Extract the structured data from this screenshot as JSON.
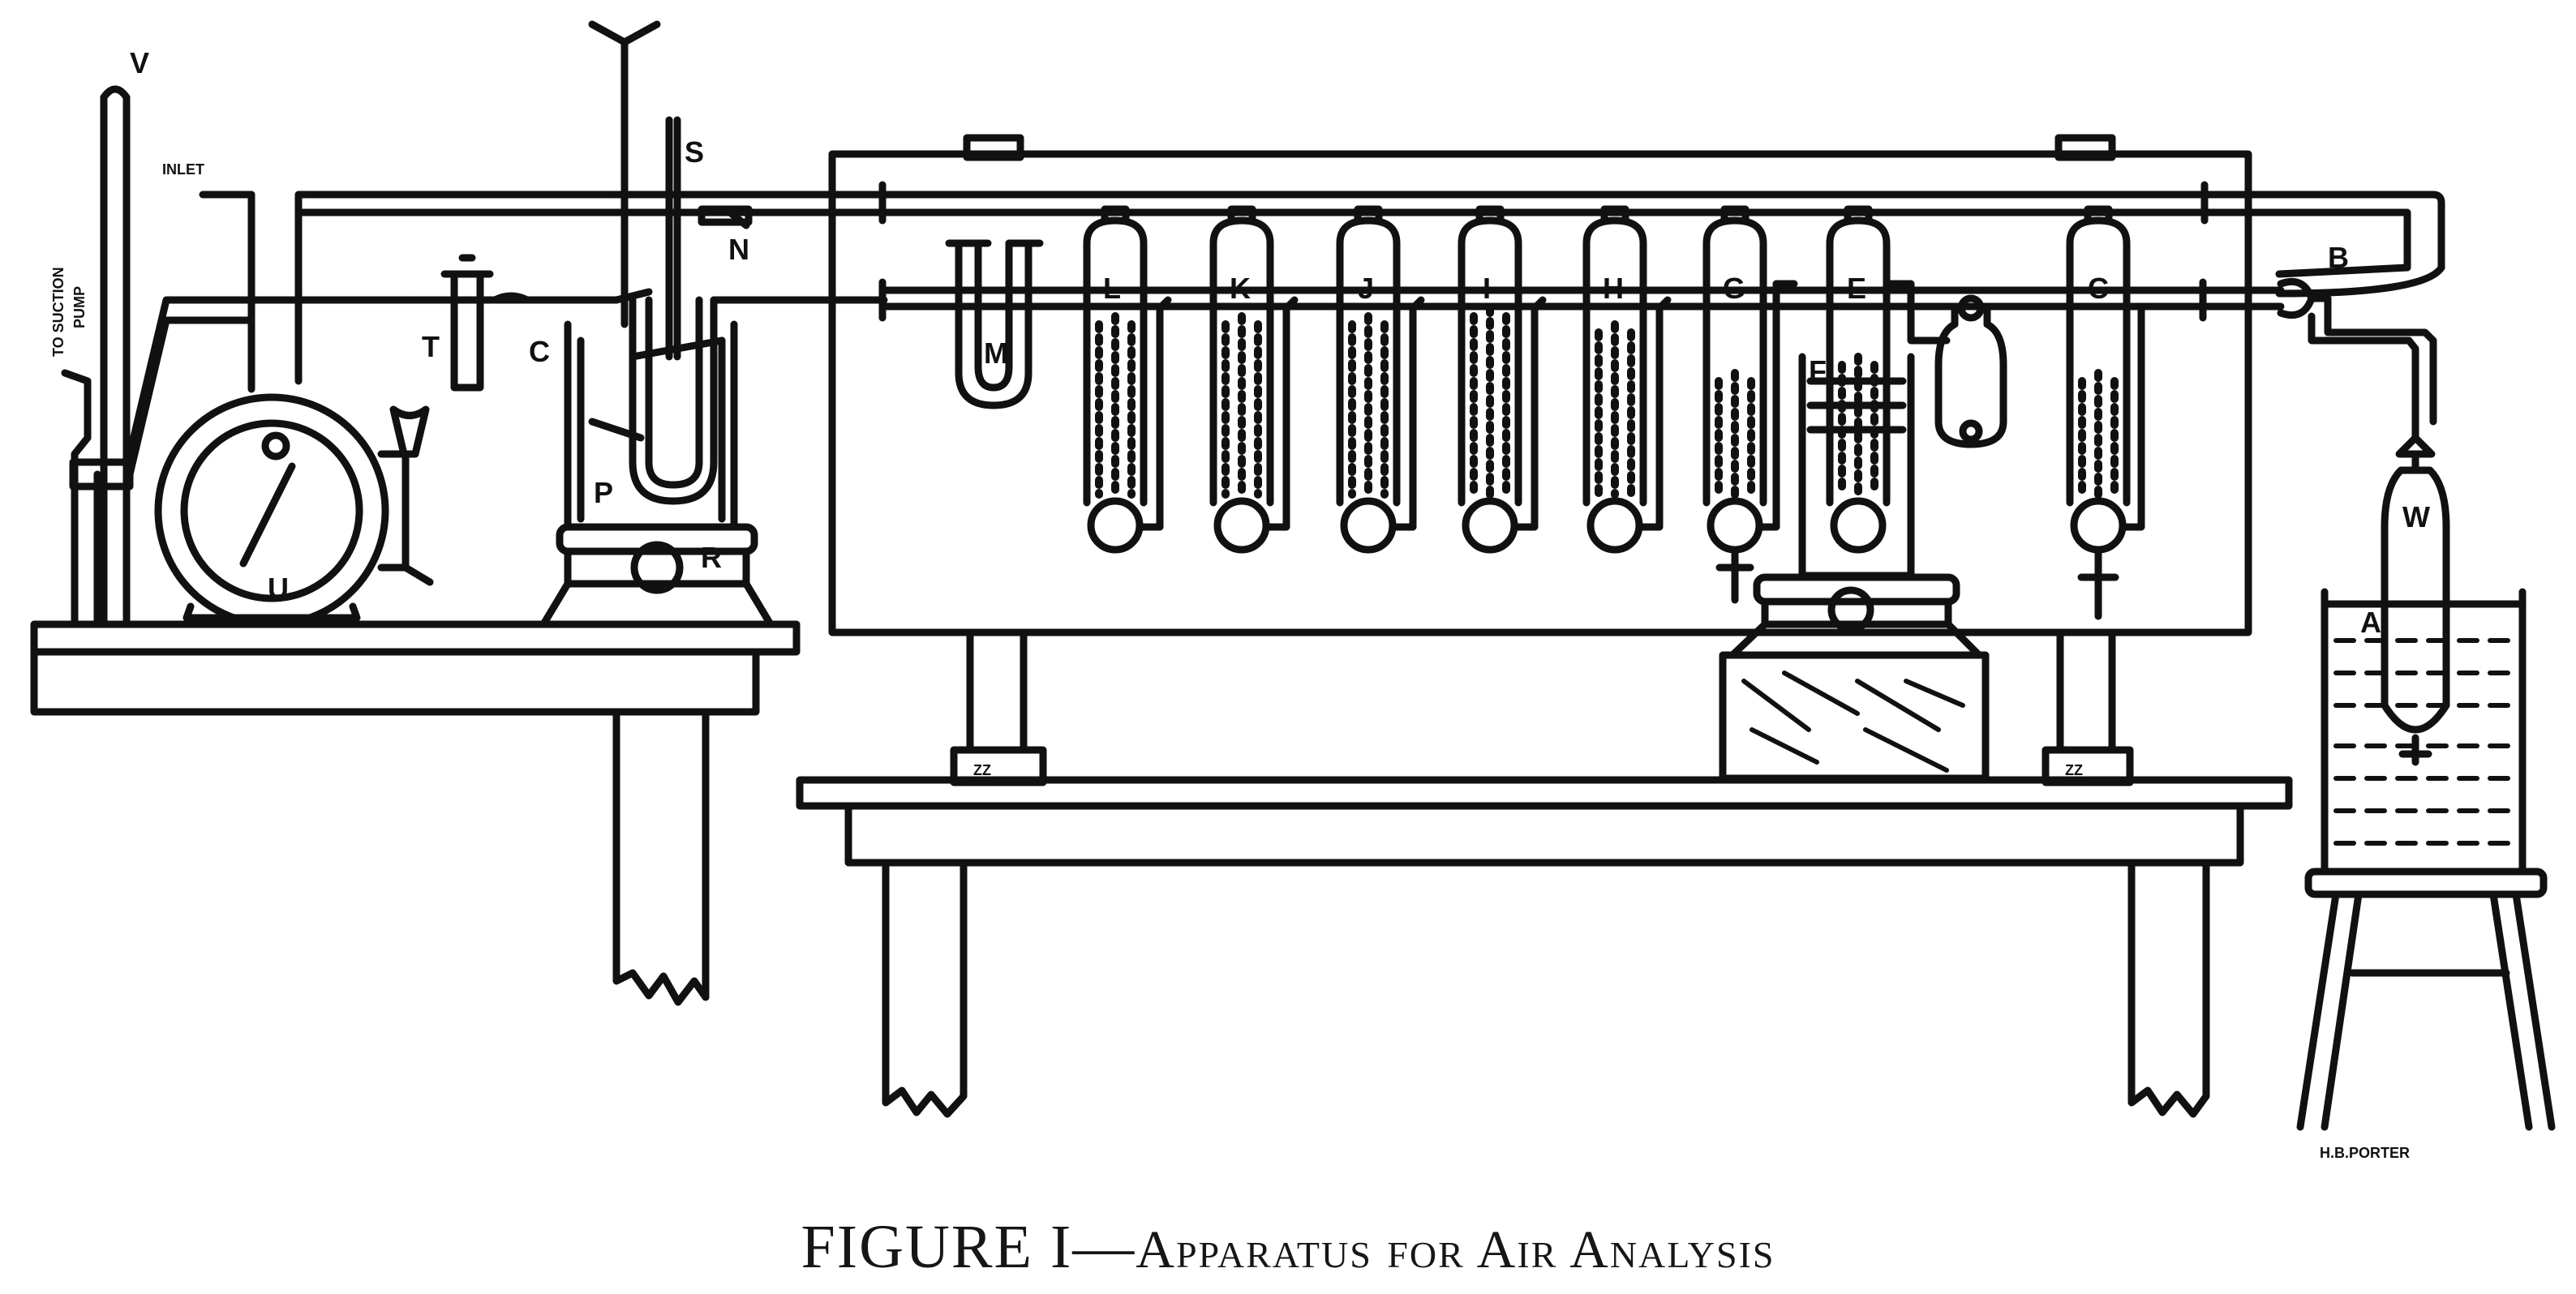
{
  "labels": {
    "V": "V",
    "S": "S",
    "N": "N",
    "C_left": "C",
    "T": "T",
    "U": "U",
    "R": "R",
    "L": "L",
    "K": "K",
    "J": "J",
    "I": "I",
    "H": "H",
    "G": "G",
    "E": "E",
    "F": "F",
    "C": "C",
    "B": "B",
    "W": "W",
    "A": "A",
    "M": "M",
    "P": "P"
  },
  "annotations": {
    "inlet": "INLET",
    "to_suction_pump_line1": "TO SUCTION",
    "to_suction_pump_line2": "PUMP",
    "block_left": "ZZ",
    "block_right": "ZZ",
    "artist_signature": "H.B.PORTER"
  },
  "caption": {
    "main": "FIGURE I—",
    "sub": "Apparatus for Air Analysis"
  },
  "colors": {
    "ink": "#111111",
    "paper": "#ffffff"
  }
}
